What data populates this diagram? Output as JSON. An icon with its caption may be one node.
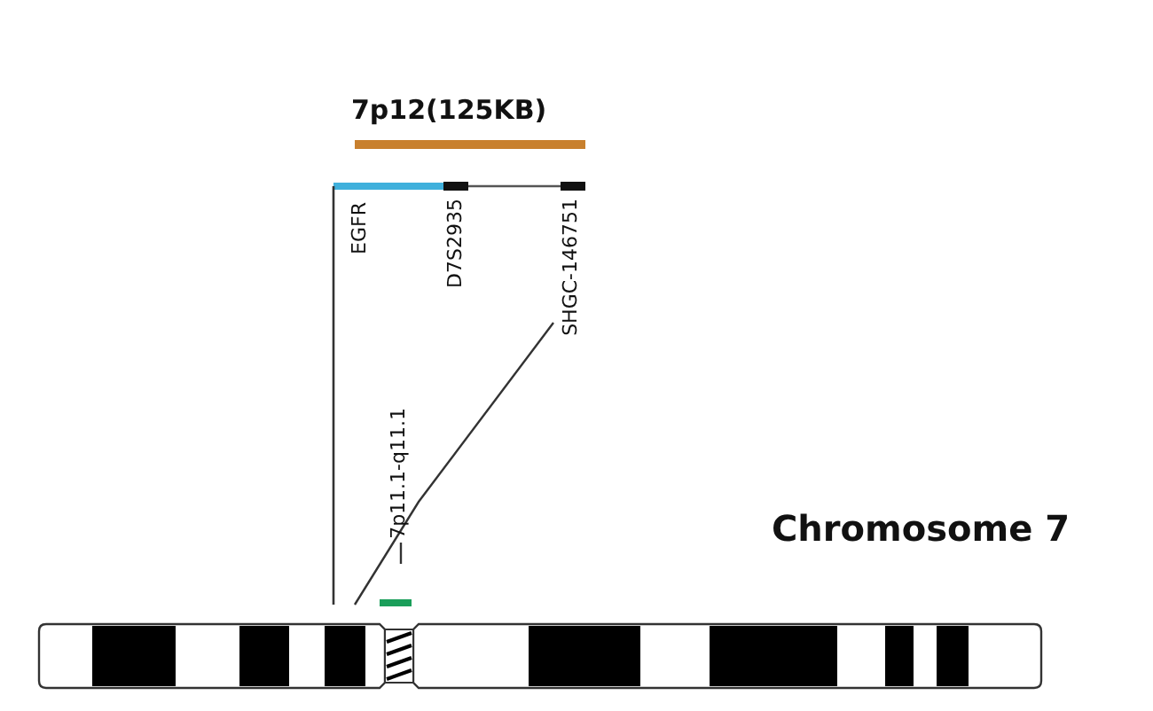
{
  "diagram": {
    "labels": [
      "7p12(125KB)",
      "EGFR",
      "D7S2935",
      "SHGC-146751",
      "7p11.1-q11.1",
      "Chromosome 7"
    ]
  }
}
